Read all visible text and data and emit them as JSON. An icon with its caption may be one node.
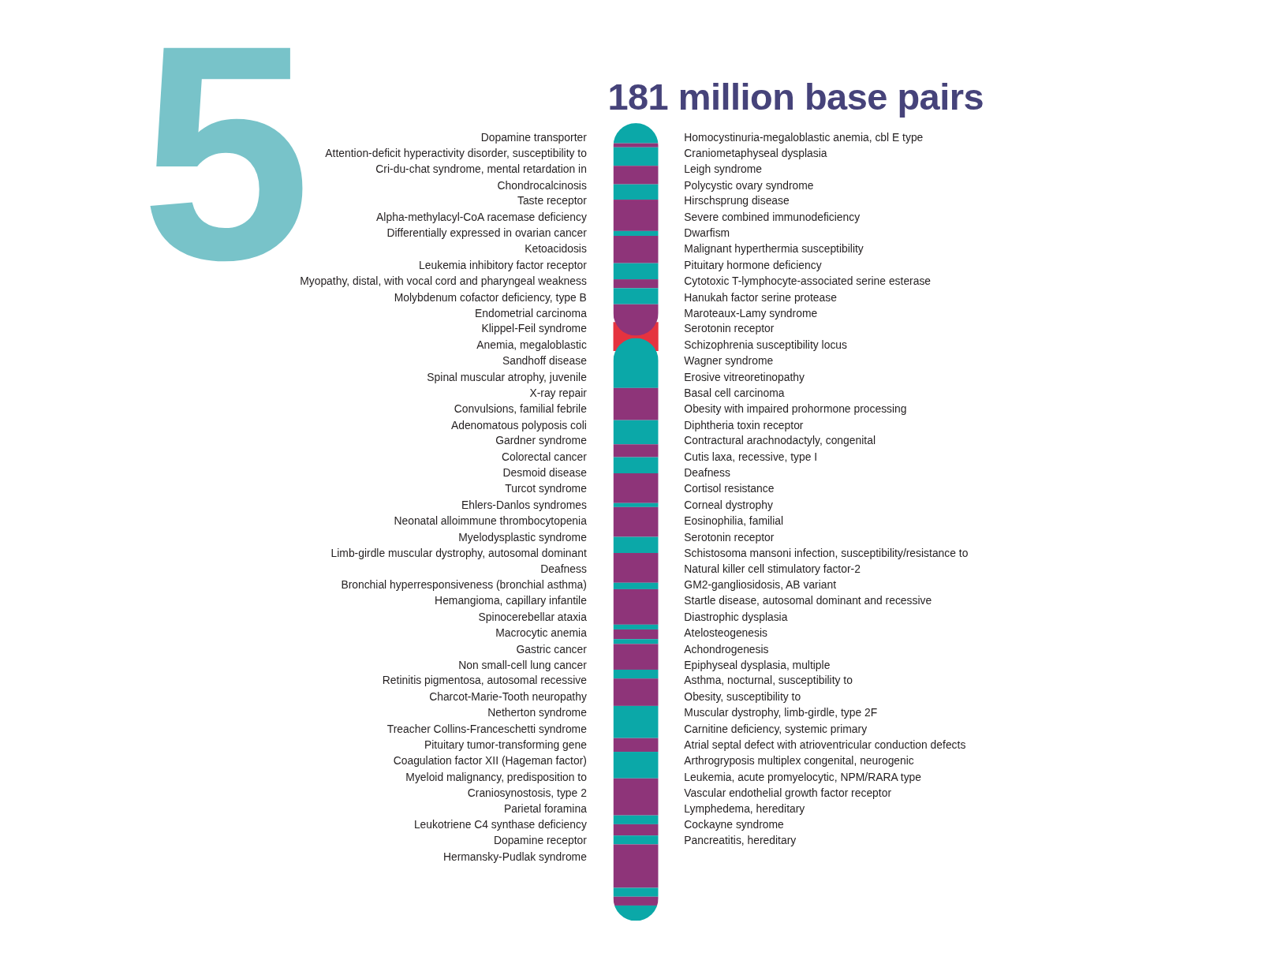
{
  "diagram": {
    "title": "181 million base pairs",
    "labels": [
      "5",
      "Dopamine transporter",
      "Attention-deficit hyperactivity disorder, susceptibility to",
      "Cri-du-chat syndrome, mental retardation in",
      "Chondrocalcinosis",
      "Taste receptor",
      "Alpha-methylacyl-CoA racemase deficiency",
      "Differentially expressed in ovarian cancer",
      "Ketoacidosis",
      "Leukemia inhibitory factor receptor",
      "Myopathy, distal, with vocal cord and pharyngeal weakness",
      "Molybdenum cofactor deficiency, type B",
      "Endometrial carcinoma",
      "Klippel-Feil syndrome",
      "Anemia, megaloblastic",
      "Sandhoff disease",
      "Spinal muscular atrophy, juvenile",
      "X-ray repair",
      "Convulsions, familial febrile",
      "Adenomatous polyposis coli",
      "Gardner syndrome",
      "Colorectal cancer",
      "Desmoid disease",
      "Turcot syndrome",
      "Ehlers-Danlos syndromes",
      "Neonatal alloimmune thrombocytopenia",
      "Myelodysplastic syndrome",
      "Limb-girdle muscular dystrophy, autosomal dominant",
      "Deafness",
      "Bronchial hyperresponsiveness (bronchial asthma)",
      "Hemangioma, capillary infantile",
      "Spinocerebellar ataxia",
      "Macrocytic anemia",
      "Gastric cancer",
      "Non small-cell lung cancer",
      "Retinitis pigmentosa, autosomal recessive",
      "Charcot-Marie-Tooth neuropathy",
      "Netherton syndrome",
      "Treacher Collins-Franceschetti syndrome",
      "Pituitary tumor-transforming gene",
      "Coagulation factor XII (Hageman factor)",
      "Myeloid malignancy, predisposition to",
      "Craniosynostosis, type 2",
      "Parietal foramina",
      "Leukotriene C4 synthase deficiency",
      "Dopamine receptor",
      "Hermansky-Pudlak syndrome",
      "Homocystinuria-megaloblastic anemia, cbl E type",
      "Craniometaphyseal dysplasia",
      "Leigh syndrome",
      "Polycystic ovary syndrome",
      "Hirschsprung disease",
      "Severe combined immunodeficiency",
      "Dwarfism",
      "Malignant hyperthermia susceptibility",
      "Pituitary hormone deficiency",
      "Cytotoxic T-lymphocyte-associated serine esterase",
      "Hanukah factor serine protease",
      "Maroteaux-Lamy syndrome",
      "Serotonin receptor",
      "Schizophrenia susceptibility locus",
      "Wagner syndrome",
      "Erosive vitreoretinopathy",
      "Basal cell carcinoma",
      "Obesity with impaired prohormone processing",
      "Diphtheria toxin receptor",
      "Contractural arachnodactyly, congenital",
      "Cutis laxa, recessive, type I",
      "Deafness",
      "Cortisol resistance",
      "Corneal dystrophy",
      "Eosinophilia, familial",
      "Serotonin receptor",
      "Schistosoma mansoni infection, susceptibility/resistance to",
      "Natural killer cell stimulatory factor-2",
      "GM2-gangliosidosis, AB variant",
      "Startle disease, autosomal dominant and recessive",
      "Diastrophic dysplasia",
      "Atelosteogenesis",
      "Achondrogenesis",
      "Epiphyseal dysplasia, multiple",
      "Asthma, nocturnal, susceptibility to",
      "Obesity, susceptibility to",
      "Muscular dystrophy, limb-girdle, type 2F",
      "Carnitine deficiency, systemic primary",
      "Atrial septal defect with atrioventricular conduction defects",
      "Arthrogryposis multiplex congenital, neurogenic",
      "Leukemia, acute promyelocytic, NPM/RARA type",
      "Vascular endothelial growth factor receptor",
      "Lymphedema, hereditary",
      "Cockayne syndrome",
      "Pancreatitis, hereditary"
    ]
  }
}
